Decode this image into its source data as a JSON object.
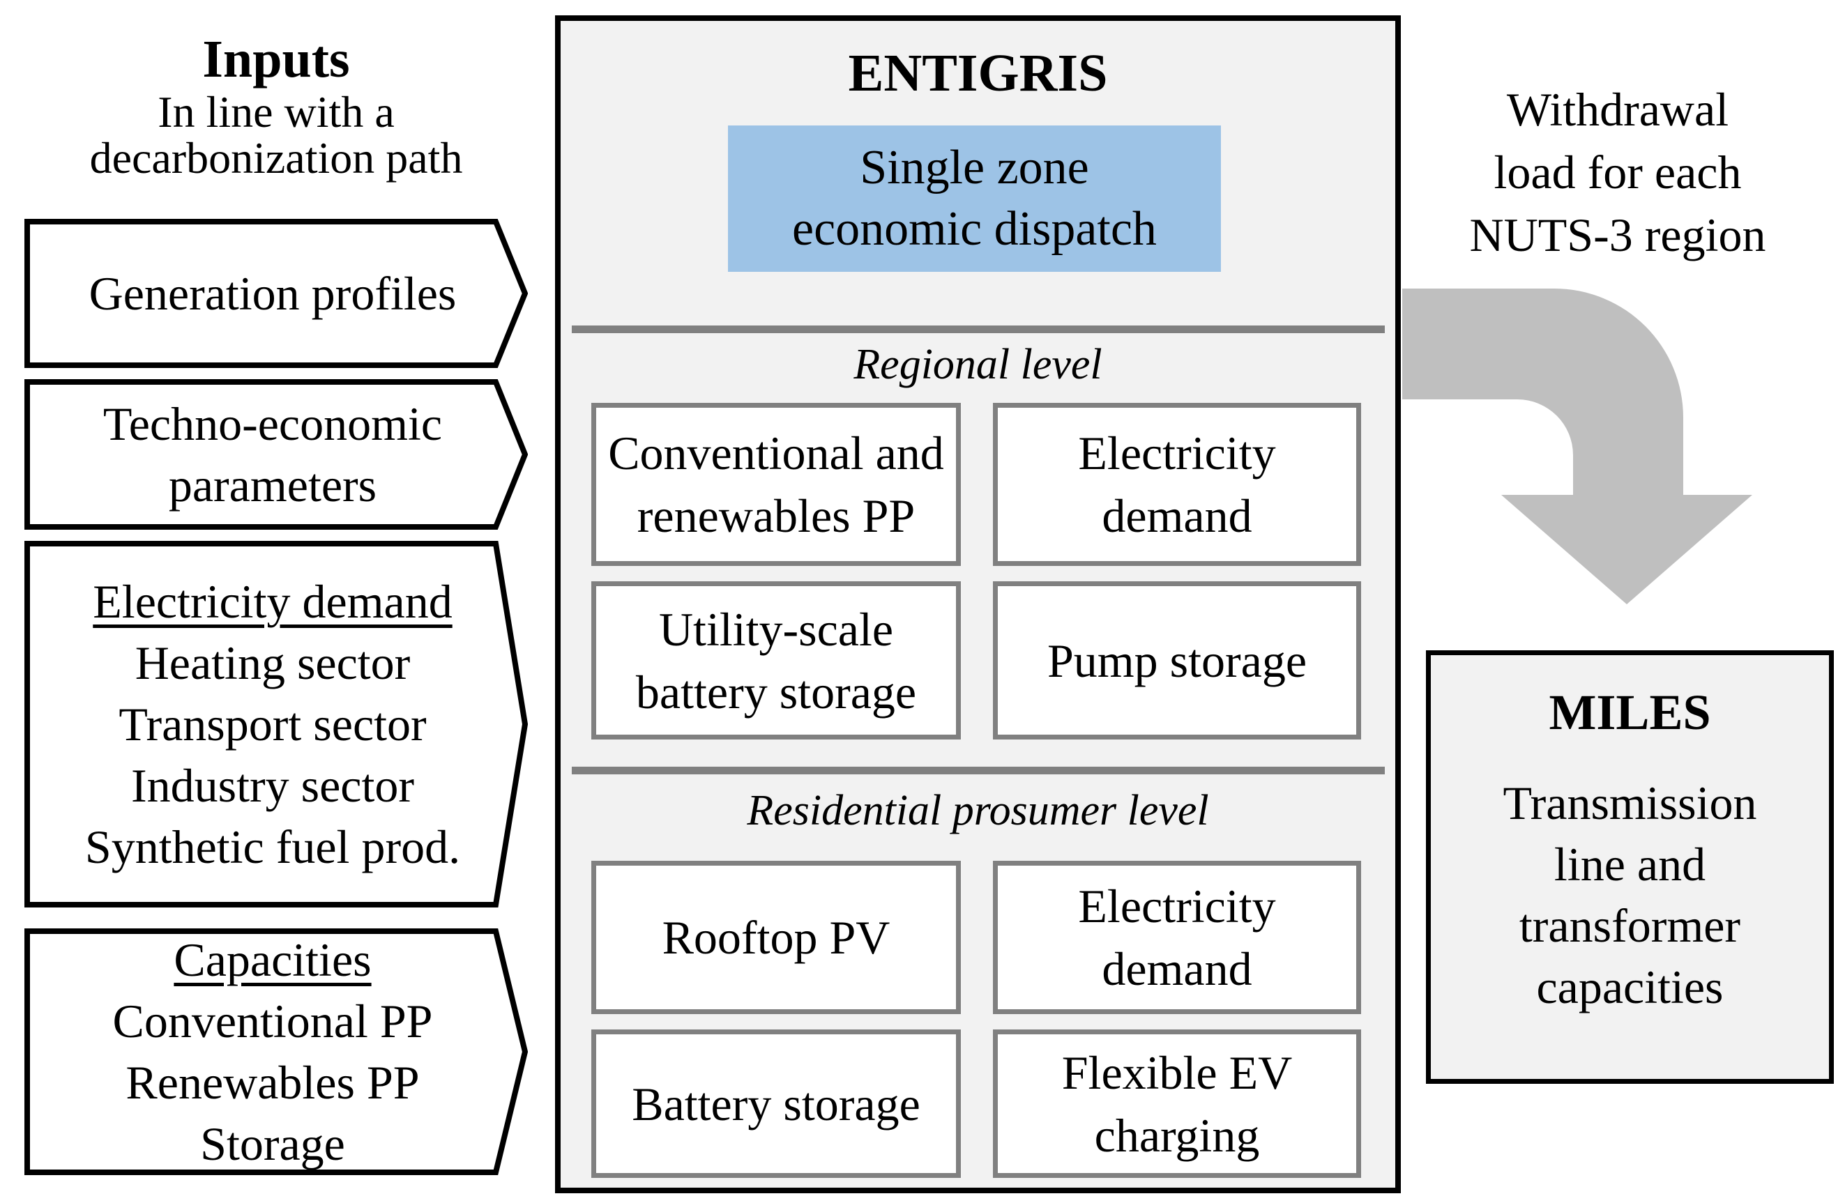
{
  "inputs_column": {
    "title": "Inputs",
    "subtitle_line1": "In line with a",
    "subtitle_line2": "decarbonization path",
    "arrows": [
      {
        "label": "Generation profiles"
      },
      {
        "label_line1": "Techno-economic",
        "label_line2": "parameters"
      },
      {
        "heading": "Electricity demand",
        "item1": "Heating sector",
        "item2": "Transport sector",
        "item3": "Industry sector",
        "item4": "Synthetic fuel prod."
      },
      {
        "heading": "Capacities",
        "item1": "Conventional PP",
        "item2": "Renewables PP",
        "item3": "Storage"
      }
    ]
  },
  "entigris_panel": {
    "title": "ENTIGRIS",
    "dispatch_box": {
      "line1": "Single zone",
      "line2": "economic dispatch"
    },
    "regional_section": {
      "label": "Regional level",
      "boxes": [
        {
          "line1": "Conventional and",
          "line2": "renewables PP"
        },
        {
          "line1": "Electricity",
          "line2": "demand"
        },
        {
          "line1": "Utility-scale",
          "line2": "battery storage"
        },
        {
          "line1": "Pump storage"
        }
      ]
    },
    "residential_section": {
      "label": "Residential prosumer level",
      "boxes": [
        {
          "line1": "Rooftop PV"
        },
        {
          "line1": "Electricity",
          "line2": "demand"
        },
        {
          "line1": "Battery storage"
        },
        {
          "line1": "Flexible EV",
          "line2": "charging"
        }
      ]
    }
  },
  "output_flow": {
    "line1": "Withdrawal",
    "line2": "load for each",
    "line3": "NUTS-3 region"
  },
  "miles_box": {
    "title": "MILES",
    "line1": "Transmission",
    "line2": "line and",
    "line3": "transformer",
    "line4": "capacities"
  },
  "colors": {
    "dispatch_fill": "#9DC3E6",
    "panel_fill": "#F2F2F2",
    "divider_gray": "#808080",
    "inner_box_border": "#808080",
    "flow_arrow_gray": "#BFBFBF",
    "outline_black": "#000000"
  }
}
